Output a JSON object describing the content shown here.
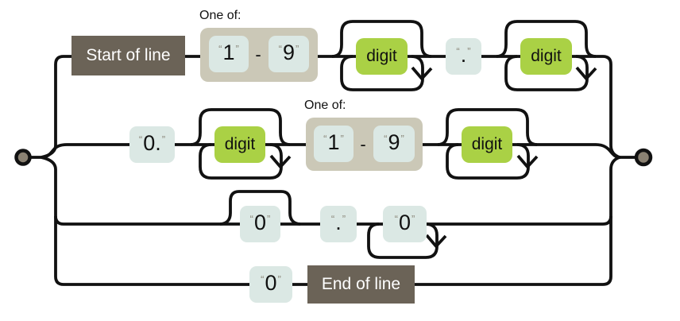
{
  "colors": {
    "line": "#111111",
    "literal_box_bg": "#dbe8e4",
    "group_box_bg": "#cbc8b7",
    "keyword_box_bg": "#aad145",
    "anchor_box_bg": "#6b6357",
    "anchor_text": "#ffffff",
    "endpoint_fill": "#8a8172",
    "quote_color": "#8e8b7e",
    "text_color": "#111111"
  },
  "glyphs": {
    "open_quote": "“",
    "close_quote": "”",
    "range_separator": "-"
  },
  "labels": {
    "one_of": "One of:",
    "start_anchor": "Start of line",
    "end_anchor": "End of line",
    "keyword_digit": "digit"
  },
  "literals": {
    "row1_range_from": "1",
    "row1_range_to": "9",
    "row1_dot": ".",
    "row2_zero_dot": "0.",
    "row2_range_from": "1",
    "row2_range_to": "9",
    "row3_zero_first": "0",
    "row3_dot": ".",
    "row3_zero_repeat": "0",
    "row4_zero": "0"
  }
}
